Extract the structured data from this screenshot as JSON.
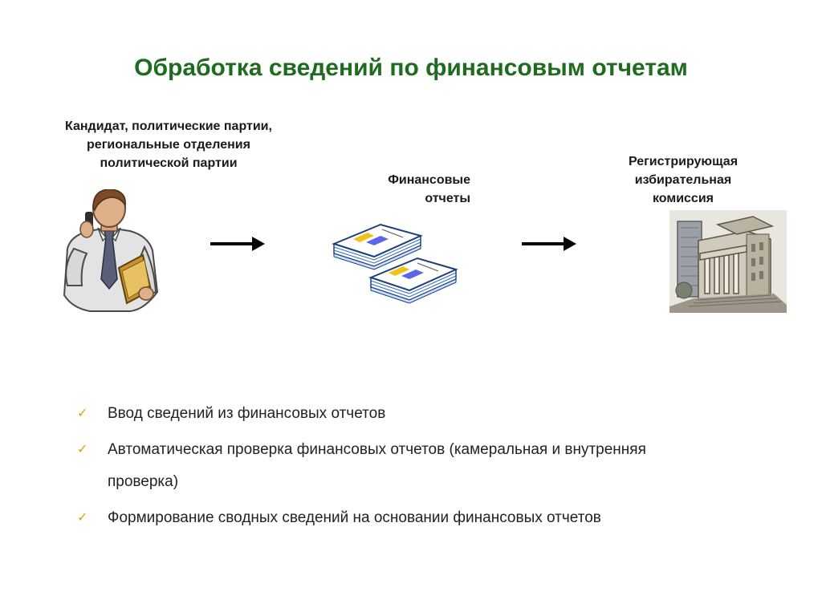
{
  "title": "Обработка сведений по финансовым отчетам",
  "nodes": {
    "candidate": [
      "Кандидат, политические партии,",
      "региональные отделения",
      "политической партии"
    ],
    "reports": [
      "Финансовые",
      "отчеты"
    ],
    "commission": [
      "Регистрирующая",
      "избирательная",
      "комиссия"
    ]
  },
  "bullets": [
    "Ввод сведений из финансовых отчетов",
    "Автоматическая проверка финансовых отчетов (камеральная и внутренняя проверка)",
    "Формирование сводных сведений на основании финансовых отчетов"
  ],
  "icons": {
    "bullet": "checkmark-icon",
    "flow": "arrow-right-icon",
    "candidate": "businessman-phone-icon",
    "reports": "document-stack-icon",
    "commission": "government-building-icon"
  },
  "colors": {
    "title": "#1f6b1f",
    "check": "#d9a400"
  }
}
